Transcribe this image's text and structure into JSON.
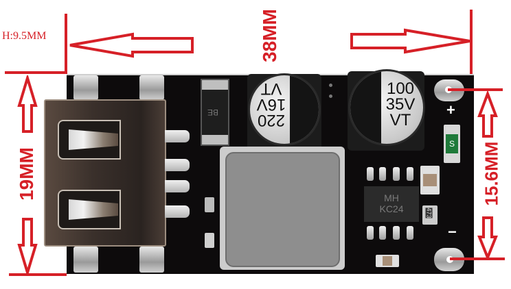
{
  "annotations": {
    "height": "H:9.5MM",
    "length": "38MM",
    "width": "19MM",
    "hole_spacing": "15.6MM",
    "color": "#d62027"
  },
  "components": {
    "cap_left": {
      "line1": "220",
      "line2": "16V",
      "line3": "VT"
    },
    "cap_right": {
      "line1": "100",
      "line2": "35V",
      "line3": "VT"
    },
    "ic": {
      "line1": "MH",
      "line2": "KC24"
    },
    "diode_label": "BE",
    "fuse_label": "S",
    "resistor_label": "473"
  },
  "silkscreen": {
    "plus": "+",
    "minus": "−"
  }
}
